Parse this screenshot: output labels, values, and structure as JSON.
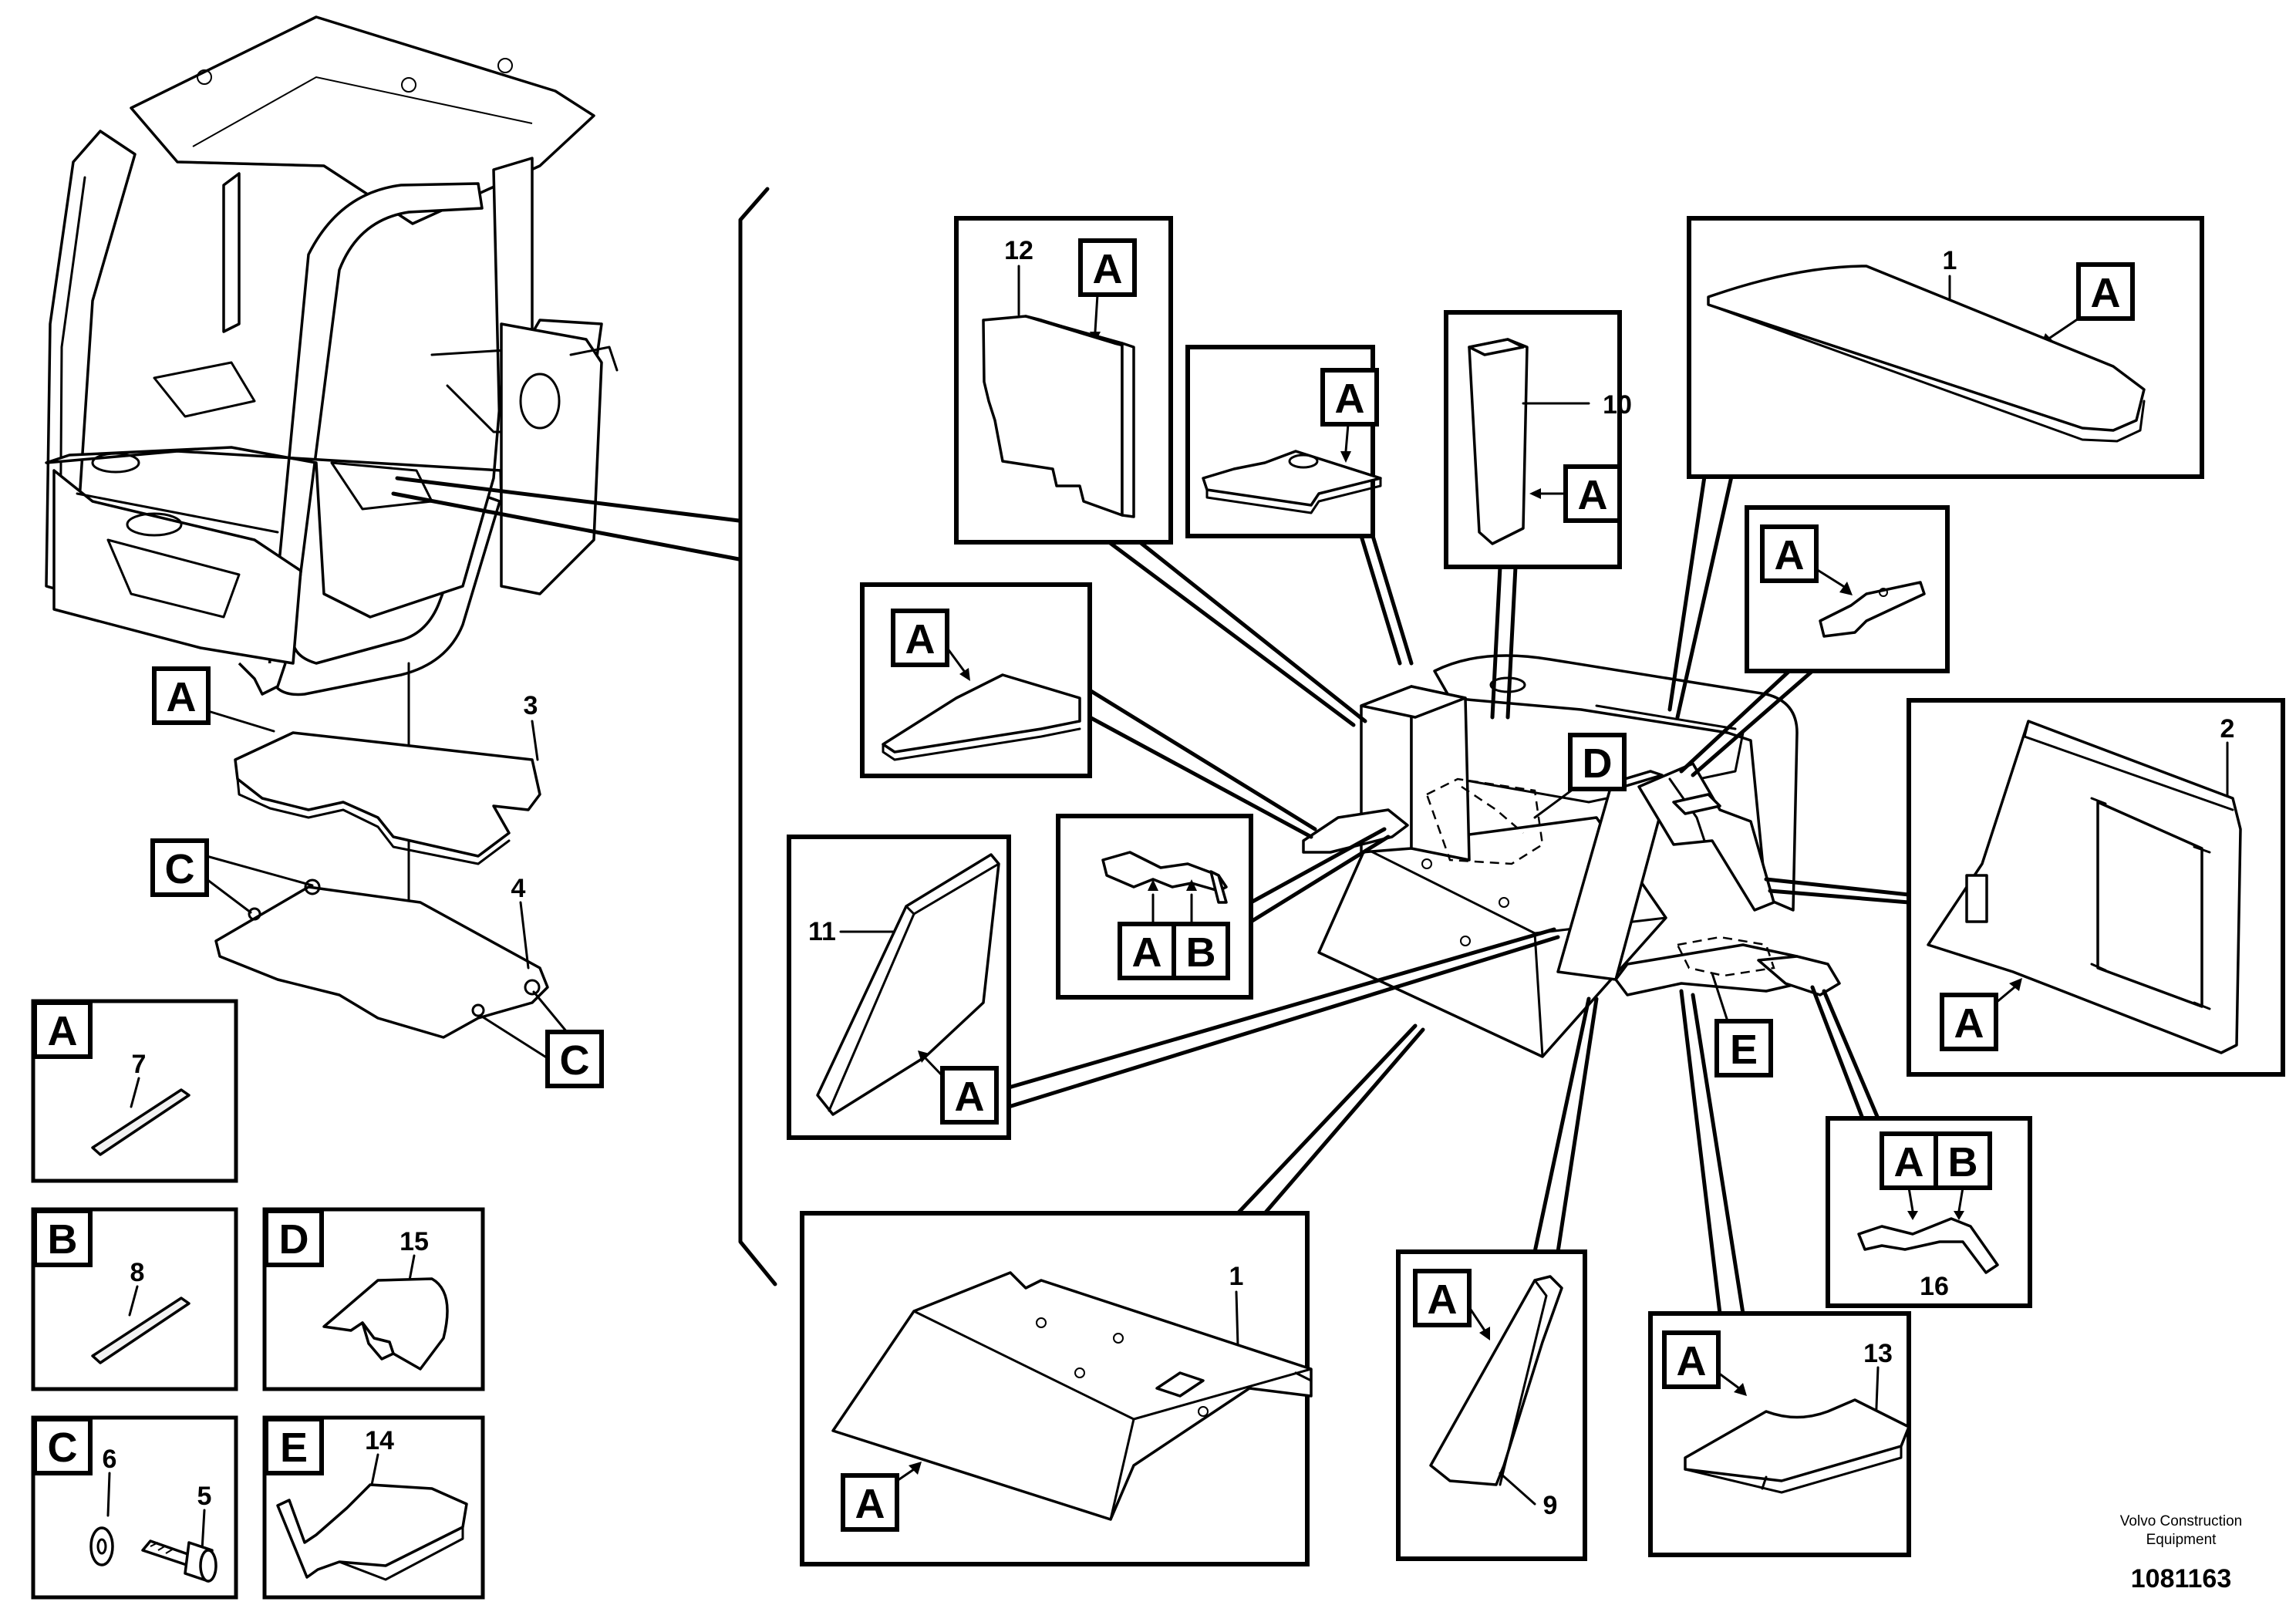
{
  "labels": {
    "a": "A",
    "b": "B",
    "c": "C",
    "d": "D",
    "e": "E"
  },
  "numbers": {
    "n1": "1",
    "n2": "2",
    "n3": "3",
    "n4": "4",
    "n5": "5",
    "n6": "6",
    "n7": "7",
    "n8": "8",
    "n9": "9",
    "n10": "10",
    "n11": "11",
    "n12": "12",
    "n13": "13",
    "n14": "14",
    "n15": "15",
    "n16": "16"
  },
  "footer": {
    "company_line1": "Volvo Construction",
    "company_line2": "Equipment",
    "figure_number": "1081163"
  }
}
